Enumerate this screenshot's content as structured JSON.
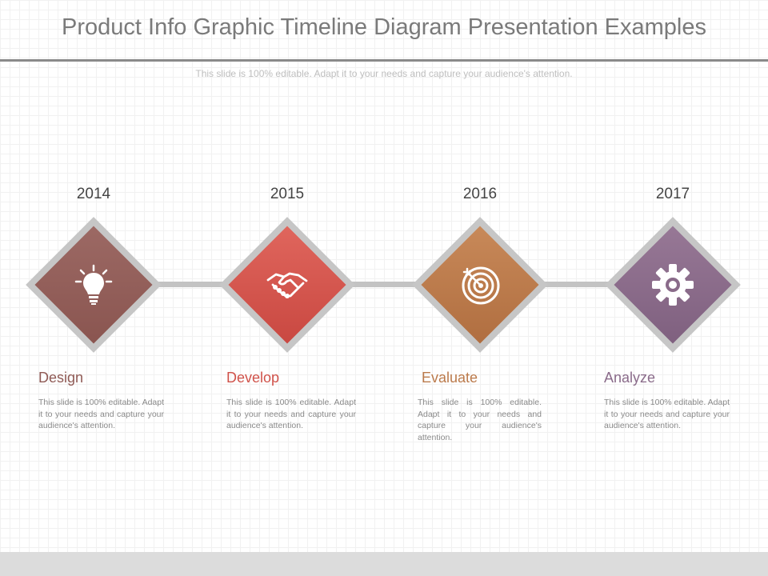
{
  "header": {
    "title": "Product Info Graphic Timeline Diagram Presentation Examples",
    "subtitle": "This slide is 100% editable. Adapt it to your needs and capture your audience's attention."
  },
  "colors": {
    "design": "#8f5a55",
    "develop": "#d0524a",
    "evaluate": "#bb7a4b",
    "analyze": "#8a6b8a"
  },
  "steps": [
    {
      "year": "2014",
      "label": "Design",
      "icon": "lightbulb-icon",
      "label_color": "#8f5a55",
      "description": "This slide is 100% editable. Adapt it to your needs and capture your audience's attention."
    },
    {
      "year": "2015",
      "label": "Develop",
      "icon": "handshake-icon",
      "label_color": "#d0524a",
      "description": "This slide is 100% editable. Adapt it to your needs and capture your audience's attention."
    },
    {
      "year": "2016",
      "label": "Evaluate",
      "icon": "target-icon",
      "label_color": "#bb7a4b",
      "description": "This slide is 100% editable. Adapt it to your needs and capture your audience's attention."
    },
    {
      "year": "2017",
      "label": "Analyze",
      "icon": "gear-icon",
      "label_color": "#8a6b8a",
      "description": "This slide is 100% editable. Adapt it to your needs and capture your audience's attention."
    }
  ]
}
